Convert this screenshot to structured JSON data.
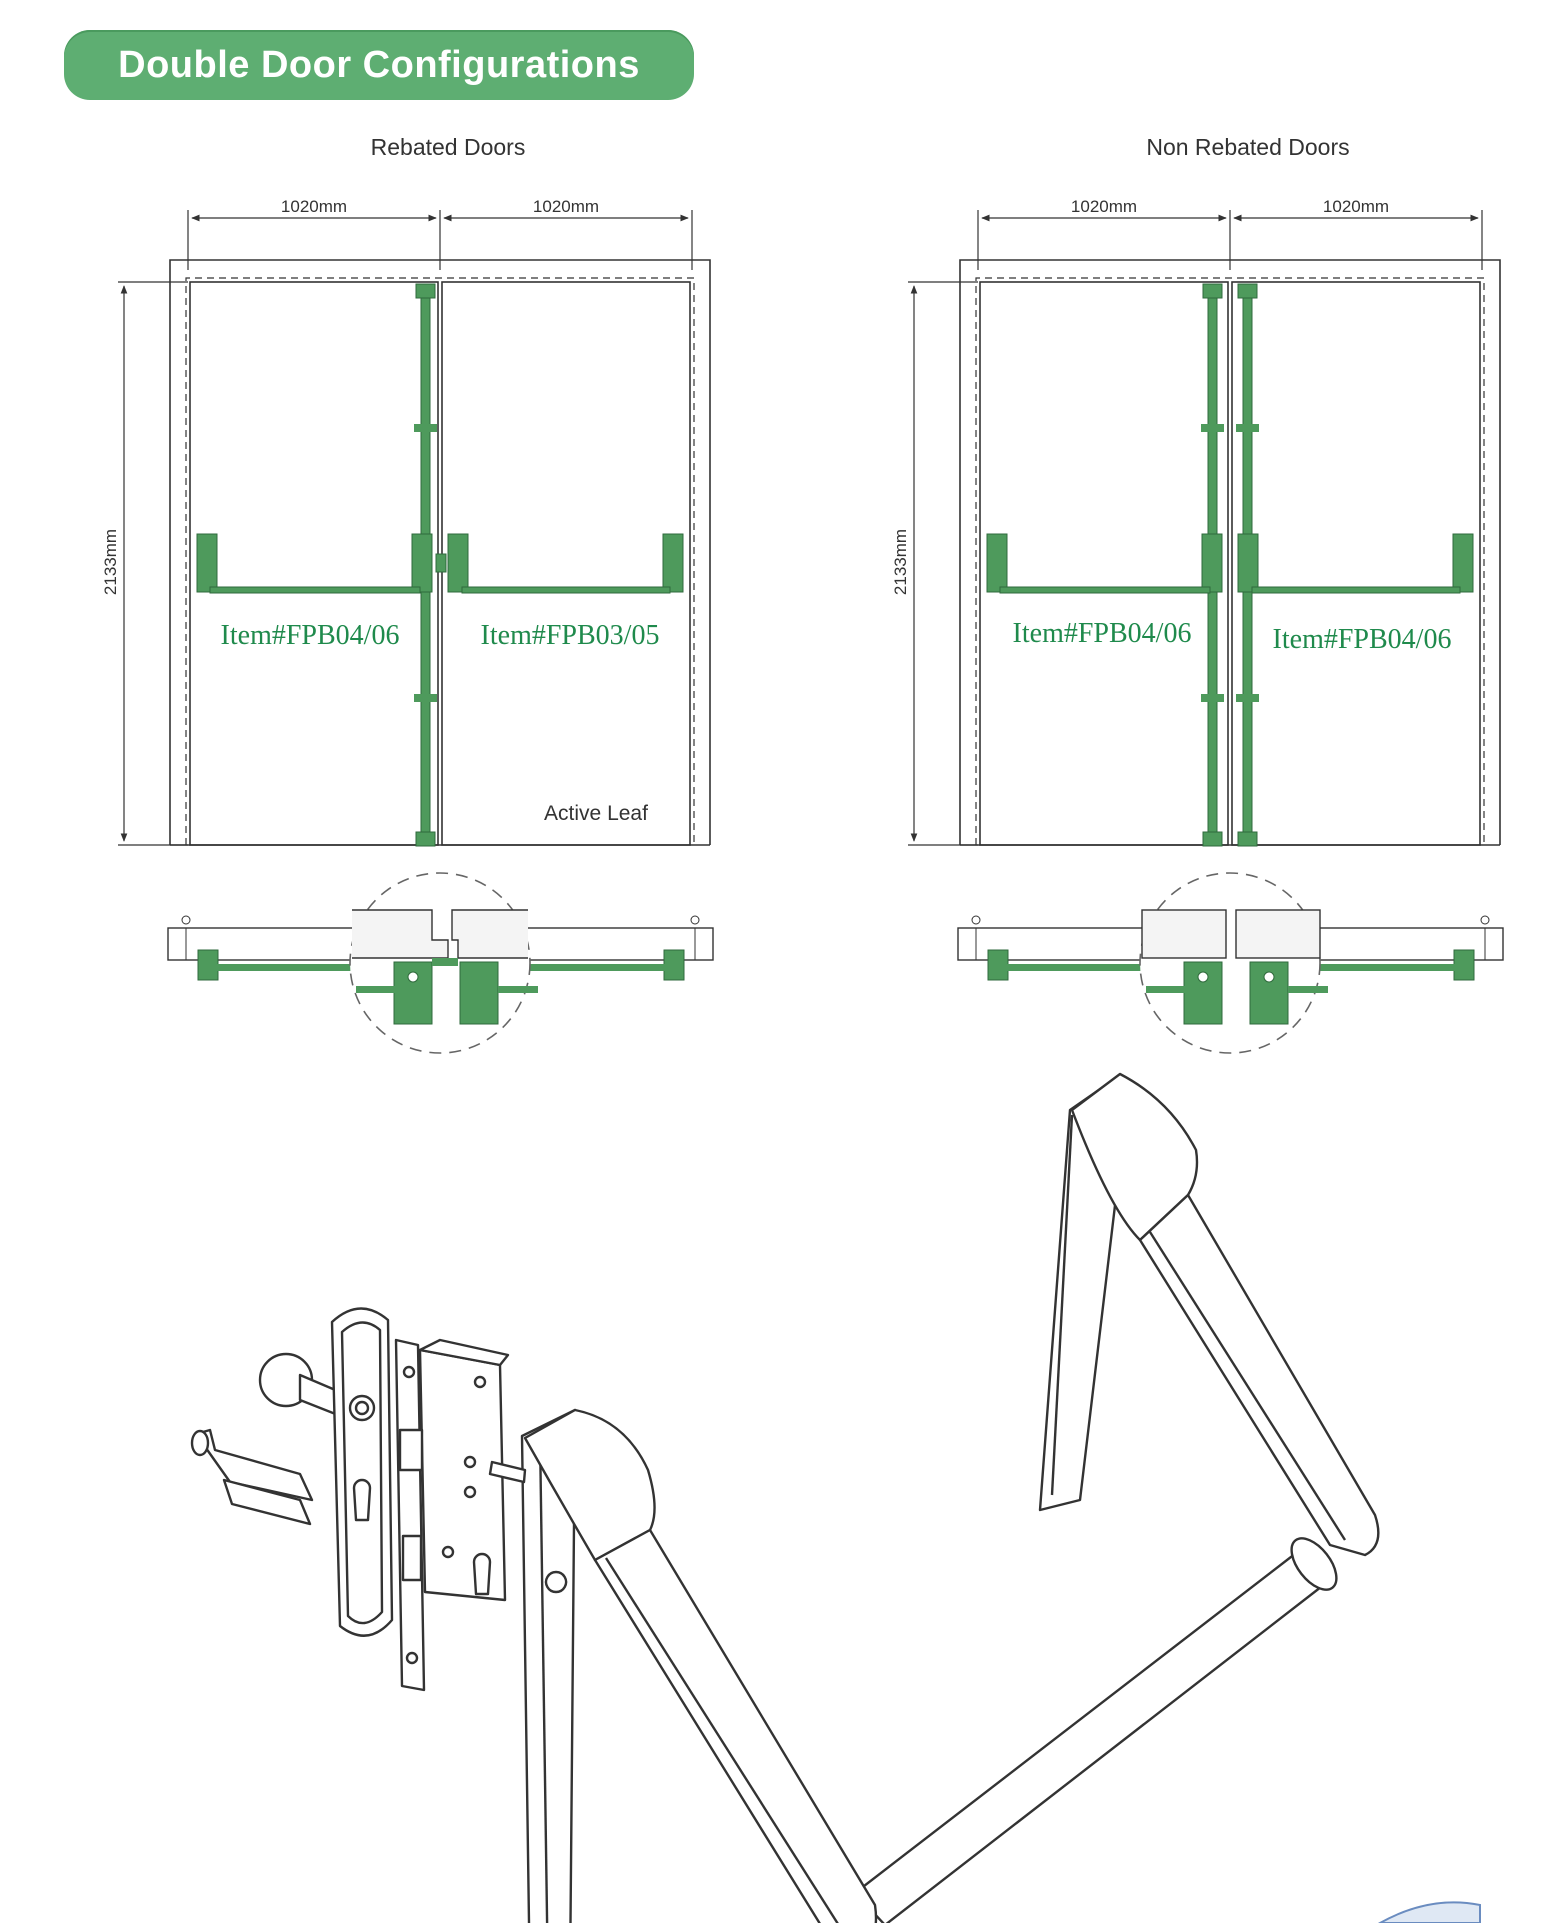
{
  "header": {
    "title": "Double Door Configurations"
  },
  "rebated": {
    "title": "Rebated Doors",
    "width_left": "1020mm",
    "width_right": "1020mm",
    "height": "2133mm",
    "item_left": "Item#FPB04/06",
    "item_right": "Item#FPB03/05",
    "note": "Active Leaf"
  },
  "nonrebated": {
    "title": "Non Rebated Doors",
    "width_left": "1020mm",
    "width_right": "1020mm",
    "height": "2133mm",
    "item_left": "Item#FPB04/06",
    "item_right": "Item#FPB04/06"
  },
  "colors": {
    "accent": "#5eae72",
    "device_green": "#4e9a5c",
    "label_green": "#1f8a4c",
    "line": "#333333"
  },
  "icons": [
    "panic-bar-product-illustration",
    "mortise-lock-set-illustration"
  ]
}
